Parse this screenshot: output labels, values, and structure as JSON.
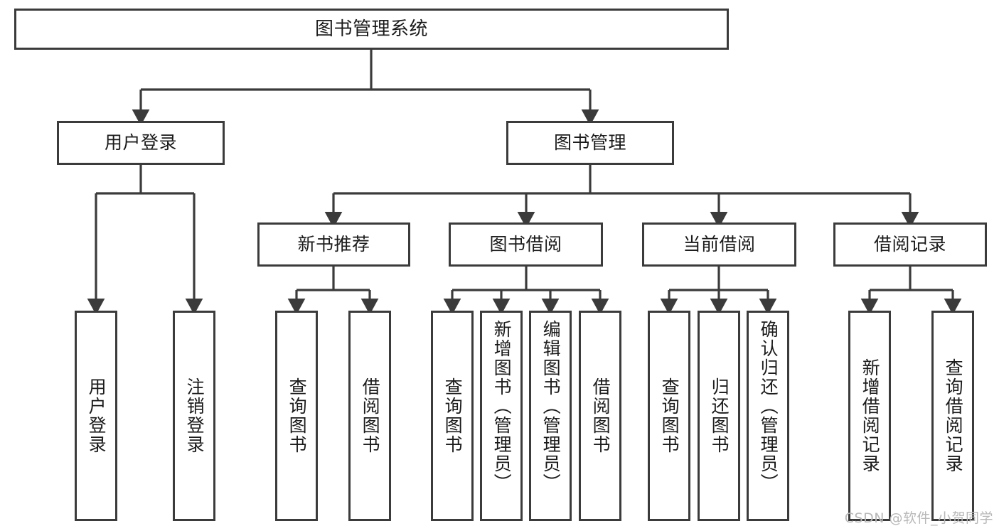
{
  "diagram": {
    "type": "tree-hierarchy",
    "title": "图书管理系统",
    "colors": {
      "box_border": "#3b3b3b",
      "box_fill": "#ffffff",
      "edge": "#3b3b3b",
      "text": "#1b1b1b",
      "watermark": "#b8b8b8",
      "background": "#ffffff"
    },
    "watermark": "CSDN @软件_小贺同学",
    "levels": [
      {
        "level": 0,
        "nodes": [
          {
            "id": "root",
            "label": "图书管理系统",
            "orientation": "horizontal"
          }
        ]
      },
      {
        "level": 1,
        "nodes": [
          {
            "id": "user-login",
            "label": "用户登录",
            "orientation": "horizontal",
            "parent": "root"
          },
          {
            "id": "book-manage",
            "label": "图书管理",
            "orientation": "horizontal",
            "parent": "root"
          }
        ]
      },
      {
        "level": 2,
        "nodes": [
          {
            "id": "new-book-rec",
            "label": "新书推荐",
            "orientation": "horizontal",
            "parent": "book-manage"
          },
          {
            "id": "book-borrow",
            "label": "图书借阅",
            "orientation": "horizontal",
            "parent": "book-manage"
          },
          {
            "id": "current-borrow",
            "label": "当前借阅",
            "orientation": "horizontal",
            "parent": "book-manage"
          },
          {
            "id": "borrow-record",
            "label": "借阅记录",
            "orientation": "horizontal",
            "parent": "book-manage"
          }
        ]
      },
      {
        "level": 3,
        "nodes": [
          {
            "id": "leaf-user-login",
            "label": "用户登录",
            "orientation": "vertical",
            "parent": "user-login"
          },
          {
            "id": "leaf-user-logout",
            "label": "注销登录",
            "orientation": "vertical",
            "parent": "user-login"
          },
          {
            "id": "leaf-query-book-1",
            "label": "查询图书",
            "orientation": "vertical",
            "parent": "new-book-rec"
          },
          {
            "id": "leaf-borrow-book-1",
            "label": "借阅图书",
            "orientation": "vertical",
            "parent": "new-book-rec"
          },
          {
            "id": "leaf-query-book-2",
            "label": "查询图书",
            "orientation": "vertical",
            "parent": "book-borrow"
          },
          {
            "id": "leaf-add-book",
            "label": "新增图书（管理员）",
            "orientation": "vertical",
            "parent": "book-borrow"
          },
          {
            "id": "leaf-edit-book",
            "label": "编辑图书（管理员）",
            "orientation": "vertical",
            "parent": "book-borrow"
          },
          {
            "id": "leaf-borrow-book-2",
            "label": "借阅图书",
            "orientation": "vertical",
            "parent": "book-borrow"
          },
          {
            "id": "leaf-query-book-3",
            "label": "查询图书",
            "orientation": "vertical",
            "parent": "current-borrow"
          },
          {
            "id": "leaf-return-book",
            "label": "归还图书",
            "orientation": "vertical",
            "parent": "current-borrow"
          },
          {
            "id": "leaf-confirm-return",
            "label": "确认归还（管理员）",
            "orientation": "vertical",
            "parent": "current-borrow"
          },
          {
            "id": "leaf-add-record",
            "label": "新增借阅记录",
            "orientation": "vertical",
            "parent": "borrow-record"
          },
          {
            "id": "leaf-query-record",
            "label": "查询借阅记录",
            "orientation": "vertical",
            "parent": "borrow-record"
          }
        ]
      }
    ]
  }
}
